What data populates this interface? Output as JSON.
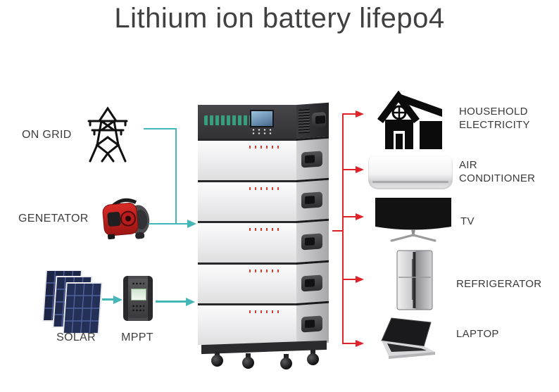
{
  "title": "Lithium ion battery lifepo4",
  "colors": {
    "input_line": "#43b6b8",
    "output_line": "#e02329",
    "text": "#3e3e40"
  },
  "sources": {
    "on_grid": {
      "label": "ON GRID",
      "icon": "transmission-tower-icon"
    },
    "generator": {
      "label": "GENETATOR",
      "icon": "generator-icon"
    },
    "solar": {
      "label": "SOLAR",
      "icon": "solar-panels-icon"
    },
    "mppt": {
      "label": "MPPT",
      "icon": "mppt-charge-controller-icon"
    }
  },
  "loads": {
    "household": {
      "label": "HOUSEHOLD\nELECTRICITY",
      "icon": "house-icon"
    },
    "air_conditioner": {
      "label": "AIR\nCONDITIONER",
      "icon": "air-conditioner-icon"
    },
    "tv": {
      "label": "TV",
      "icon": "tv-icon"
    },
    "refrigerator": {
      "label": "REFRIGERATOR",
      "icon": "refrigerator-icon"
    },
    "laptop": {
      "label": "LAPTOP",
      "icon": "laptop-icon"
    }
  }
}
